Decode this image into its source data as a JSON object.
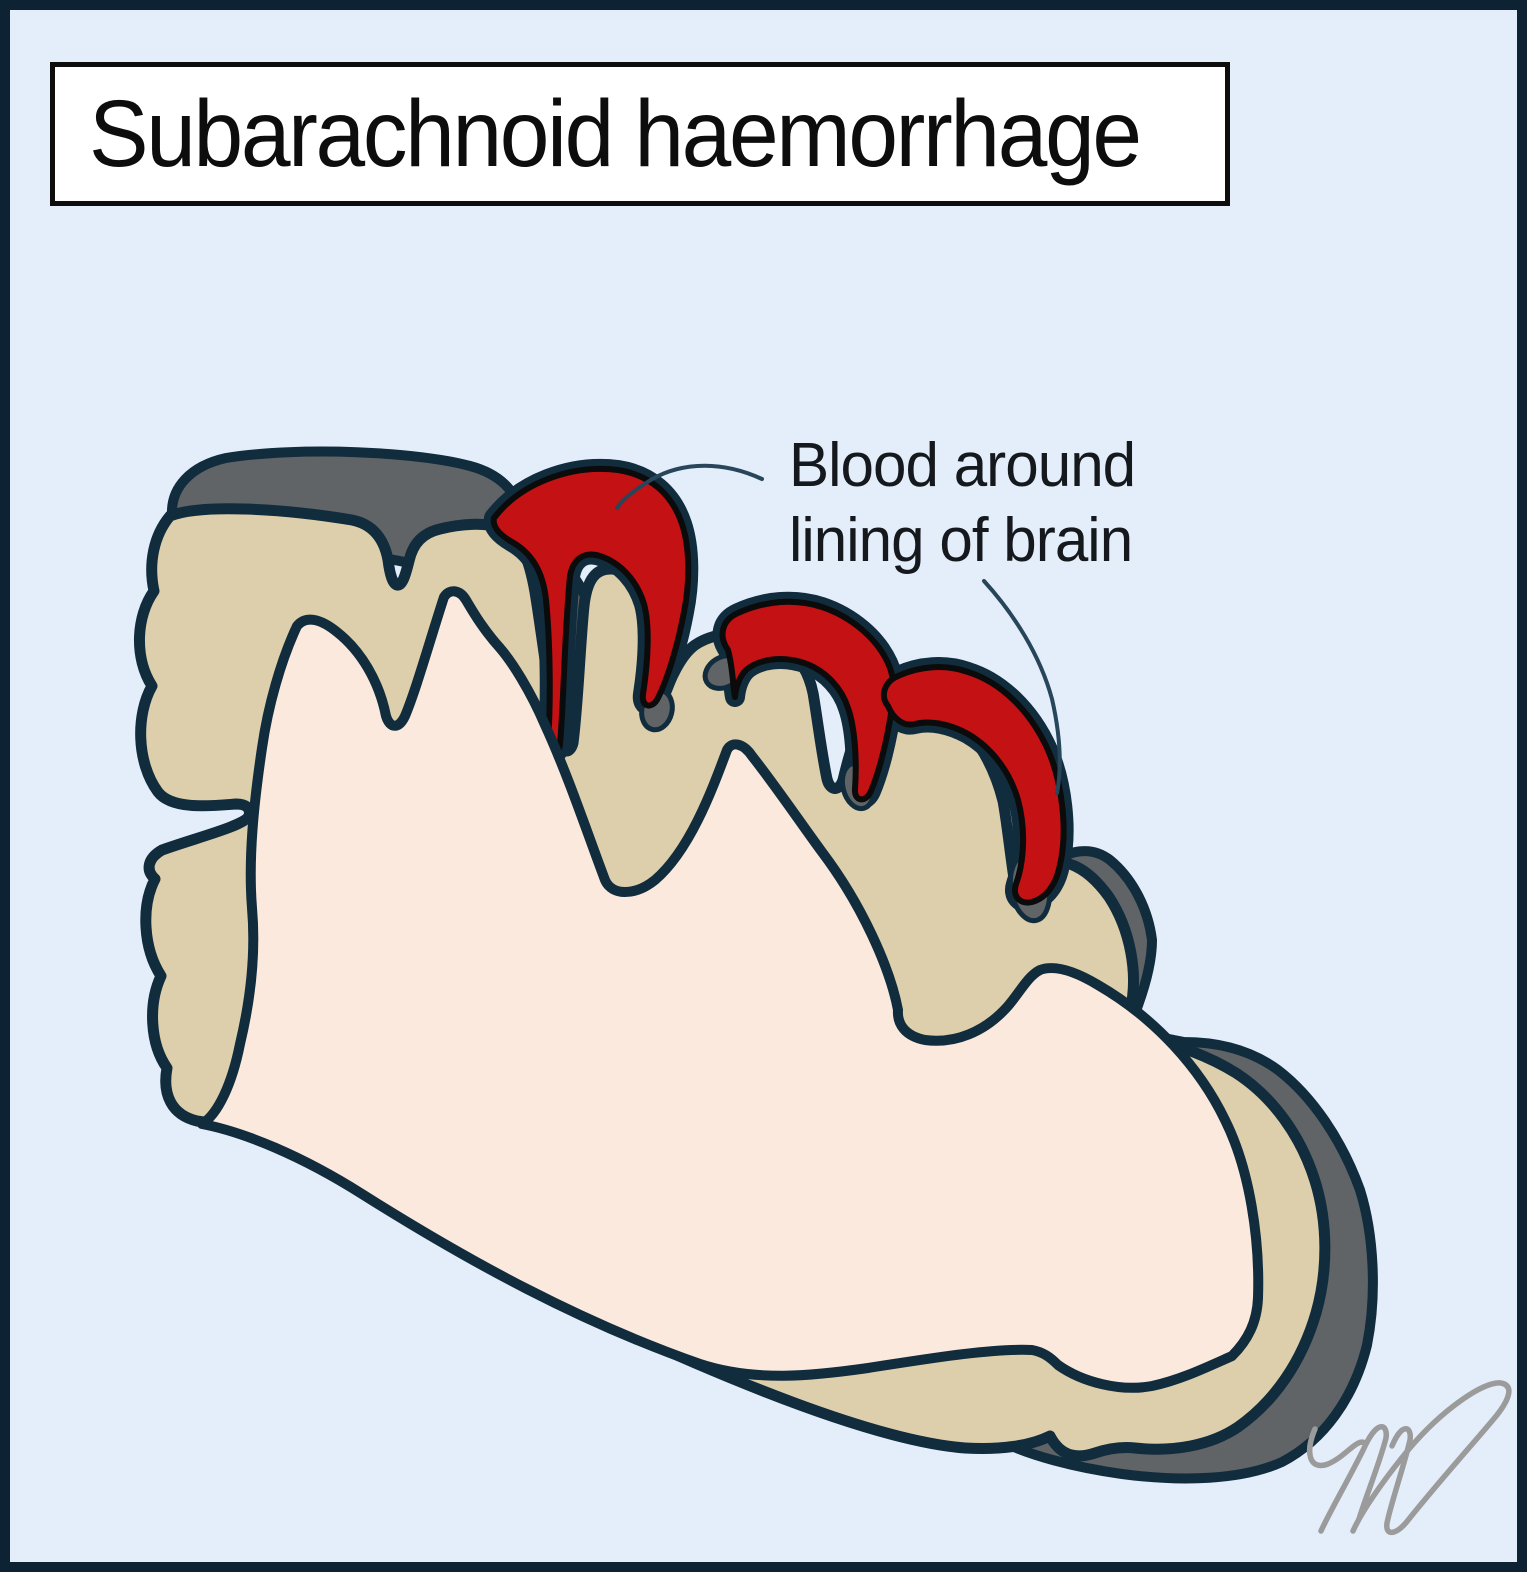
{
  "title": {
    "text": "Subarachnoid haemorrhage"
  },
  "annotation": {
    "line1": "Blood around",
    "line2": "lining of brain"
  },
  "figure": {
    "kind": "brain-cortex-cross-section",
    "regions": {
      "cortex": "tan folded cortex ribbon",
      "white_matter": "pale pink inner matter",
      "lining": "dark grey meningeal lining cap and right flank band",
      "blood": "red blood pooled in three sulci around lining of brain"
    },
    "leader_lines": 2,
    "signature_present": true
  },
  "colors": {
    "bg": "#e4eefa",
    "frame": "#0d2233",
    "outline": "#112c3d",
    "cortex": "#ddcfac",
    "matter": "#fbe9dd",
    "lining": "#606467",
    "blood": "#c41114",
    "blood-rim": "#0b0b0b",
    "ink": "#0d0d0d",
    "label-ink": "#15191d",
    "leader": "#27465a",
    "signature": "#9b9b9b",
    "box-bg": "#ffffff"
  }
}
